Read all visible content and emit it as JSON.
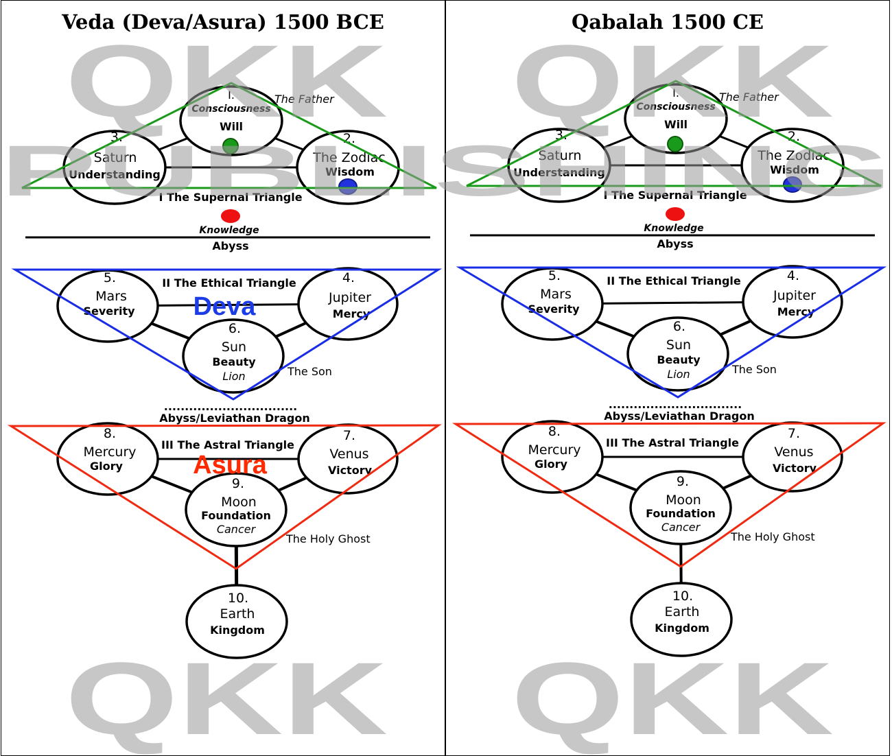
{
  "panels": [
    {
      "title": "Veda (Deva/Asura) 1500 BCE",
      "deva_label": "Deva",
      "asura_label": "Asura"
    },
    {
      "title": "Qabalah 1500 CE"
    }
  ],
  "diagram": {
    "sephiroth": {
      "s1": {
        "num": "I.",
        "italic": "Consciousness",
        "bold": "Will"
      },
      "s2": {
        "num": "2.",
        "name": "The Zodiac",
        "bold": "Wisdom"
      },
      "s3": {
        "num": "3.",
        "name": "Saturn",
        "bold": "Understanding"
      },
      "s4": {
        "num": "4.",
        "name": "Jupiter",
        "bold": "Mercy"
      },
      "s5": {
        "num": "5.",
        "name": "Mars",
        "bold": "Severity"
      },
      "s6": {
        "num": "6.",
        "name": "Sun",
        "bold": "Beauty",
        "italic": "Lion"
      },
      "s7": {
        "num": "7.",
        "name": "Venus",
        "bold": "Victory"
      },
      "s8": {
        "num": "8.",
        "name": "Mercury",
        "bold": "Glory"
      },
      "s9": {
        "num": "9.",
        "name": "Moon",
        "bold": "Foundation",
        "italic": "Cancer"
      },
      "s10": {
        "num": "10.",
        "name": "Earth",
        "bold": "Kingdom"
      }
    },
    "labels": {
      "father": "The Father",
      "son": "The Son",
      "holy_ghost": "The Holy Ghost",
      "supernal": "I The Supernal Triangle",
      "knowledge": "Knowledge",
      "abyss": "Abyss",
      "ethical": "II The Ethical Triangle",
      "dragon_dots": "................................",
      "dragon": "Abyss/Leviathan Dragon",
      "astral": "III The Astral Triangle"
    },
    "colors": {
      "supernal_triangle": "#1a9a1a",
      "ethical_triangle": "#1a2de6",
      "astral_triangle": "#f02a10",
      "will_dot": "#1a9a1a",
      "wisdom_dot": "#2233dd",
      "knowledge_dot": "#ee1111"
    }
  },
  "watermark": {
    "brand": "QKK",
    "word": "PUBLISHING"
  }
}
